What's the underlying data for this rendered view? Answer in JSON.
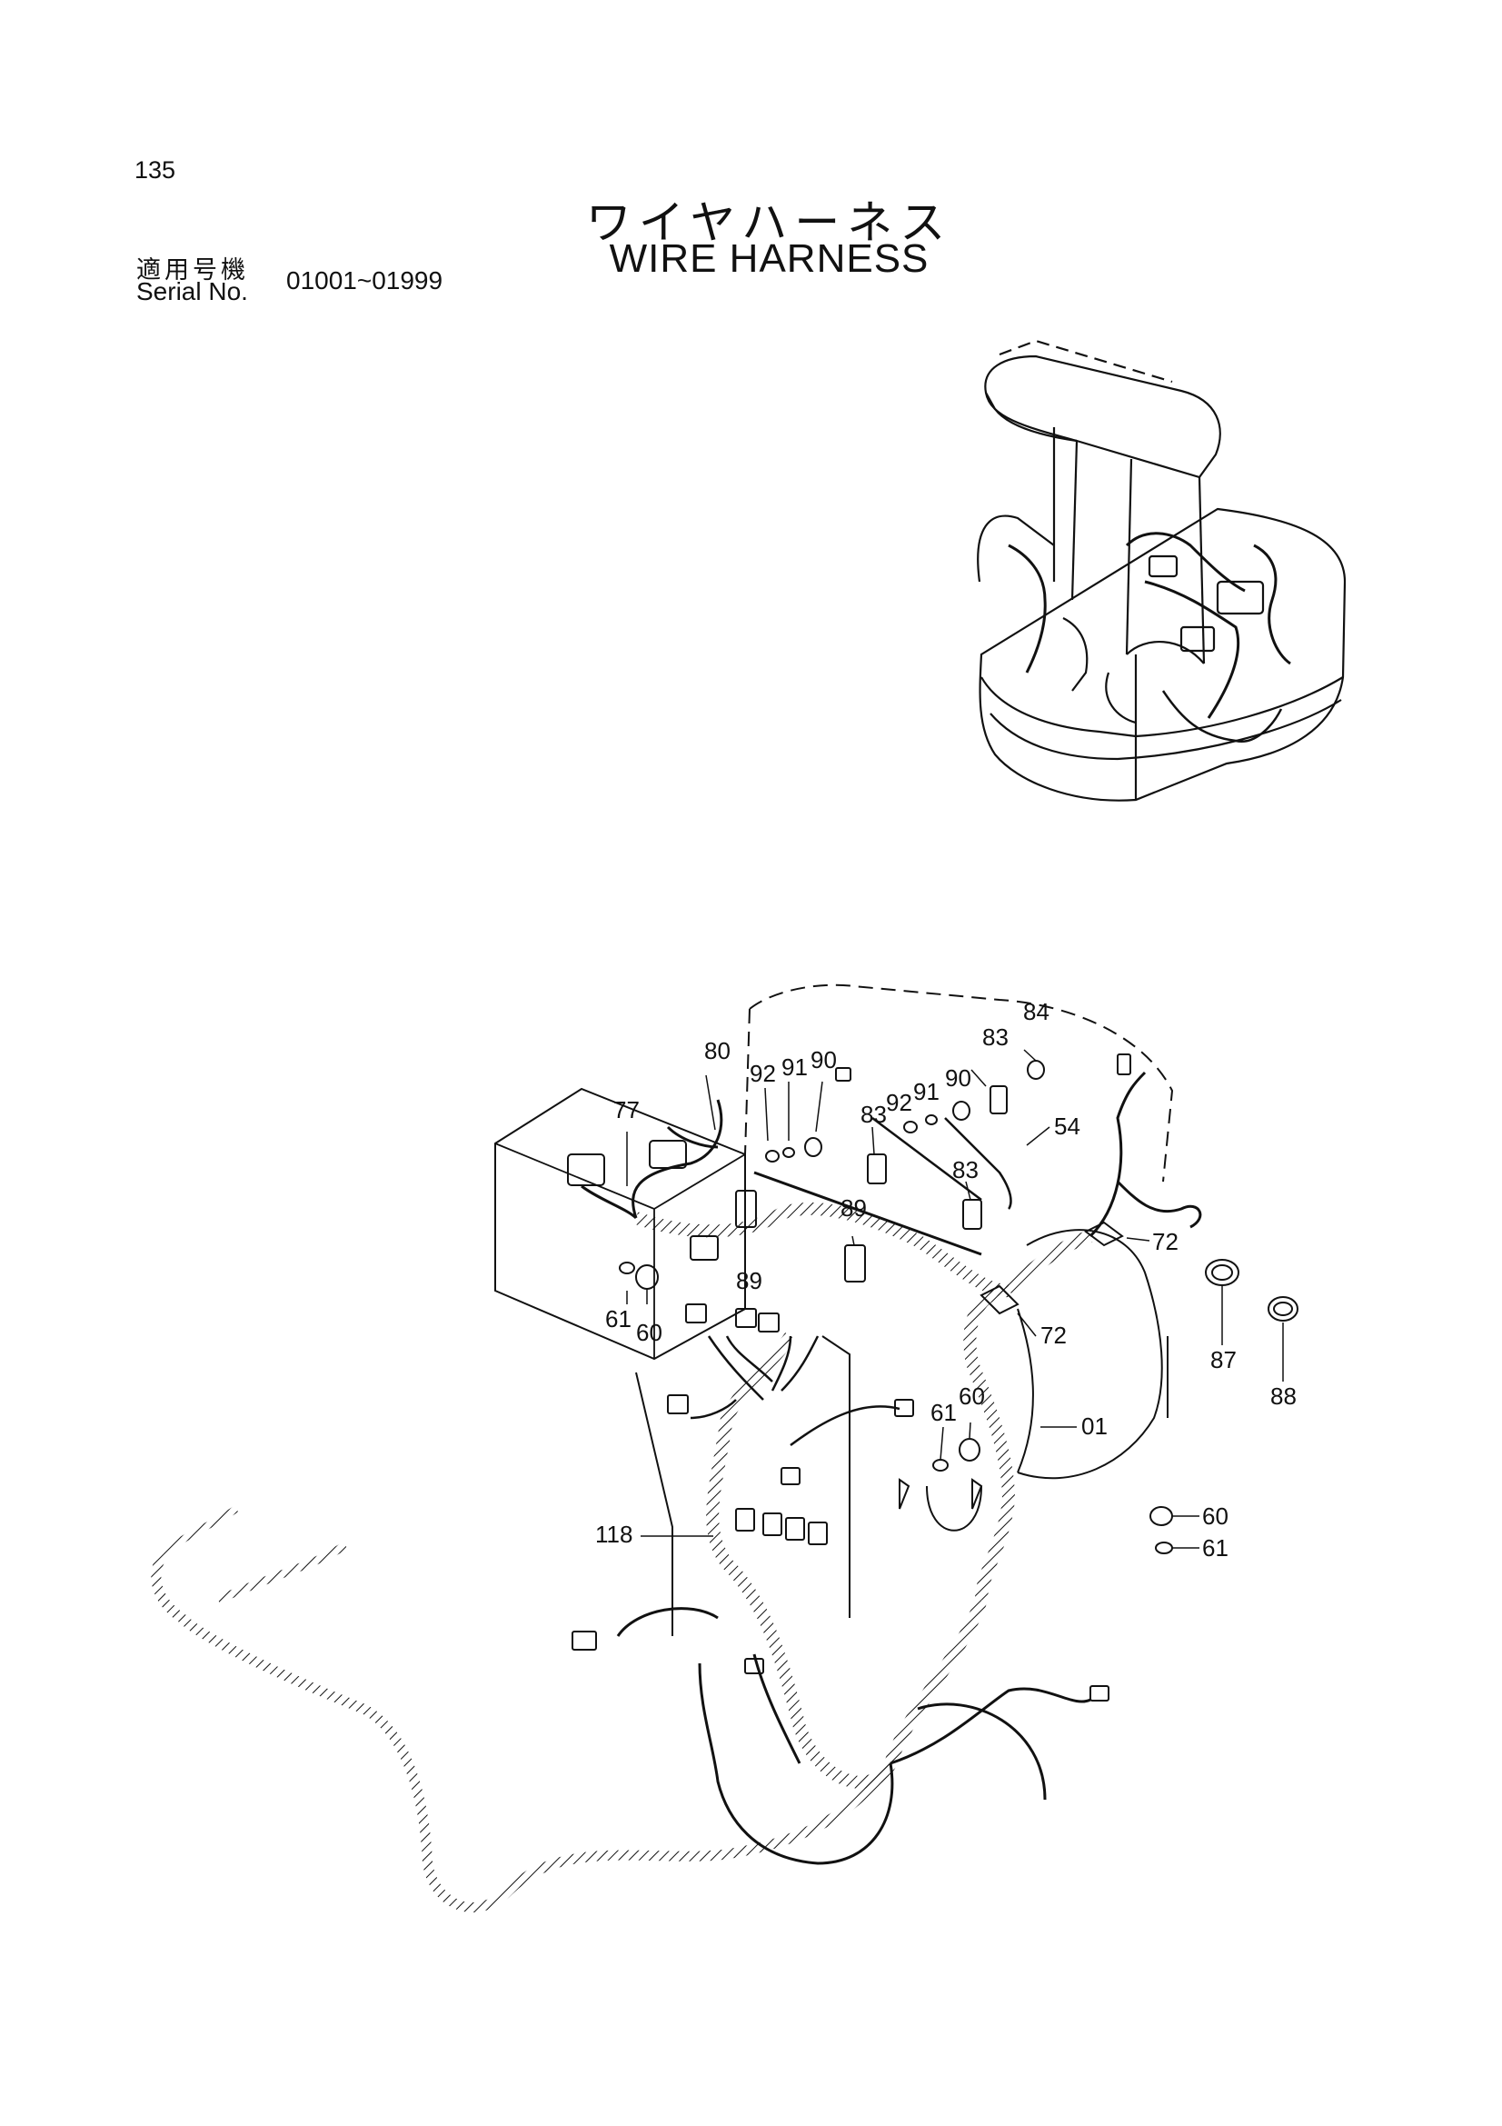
{
  "header": {
    "page_number": "135",
    "title_jp": "ワイヤハーネス",
    "title_en": "WIRE HARNESS",
    "serial_label_jp": "適用号機",
    "serial_label_en": "Serial No.",
    "serial_range": "01001~01999"
  },
  "callouts": {
    "c84": "84",
    "c83a": "83",
    "c80": "80",
    "c92a": "92",
    "c91a": "91",
    "c90a": "90",
    "c90b": "90",
    "c91b": "91",
    "c92b": "92",
    "c83b": "83",
    "c54": "54",
    "c77": "77",
    "c83c": "83",
    "c89a": "89",
    "c72a": "72",
    "c89b": "89",
    "c61a": "61",
    "c60a": "60",
    "c72b": "72",
    "c87": "87",
    "c88": "88",
    "c61b": "61",
    "c60b": "60",
    "c01": "01",
    "c118": "118",
    "c60c": "60",
    "c61c": "61"
  }
}
